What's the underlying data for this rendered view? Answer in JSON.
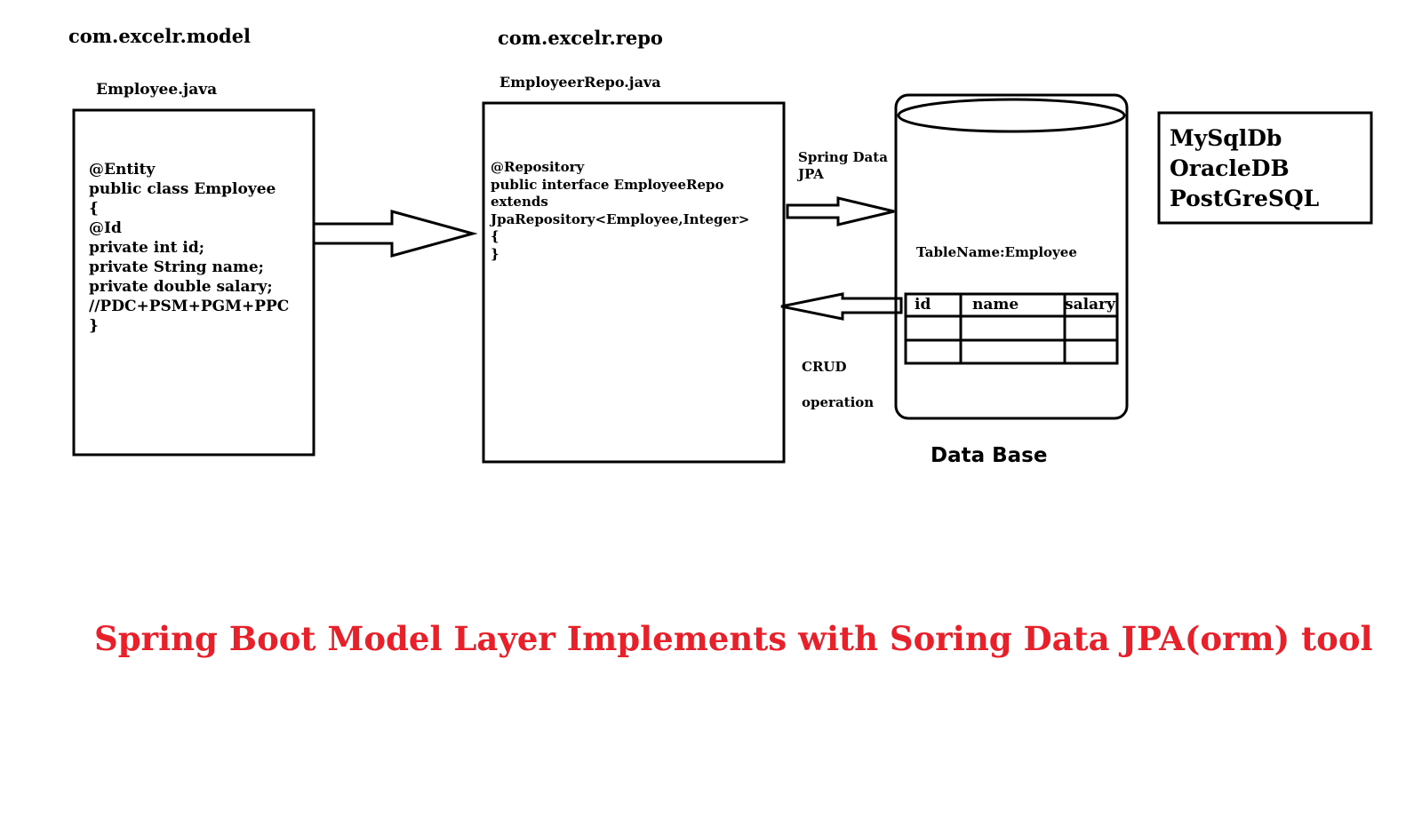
{
  "model": {
    "package": "com.excelr.model",
    "file": "Employee.java",
    "code_lines": [
      "@Entity",
      "public class Employee",
      "{",
      "@Id",
      "private int id;",
      "private String name;",
      "private double salary;",
      "//PDC+PSM+PGM+PPC",
      "}"
    ]
  },
  "repo": {
    "package": "com.excelr.repo",
    "file": "EmployeerRepo.java",
    "code_lines": [
      "@Repository",
      "public interface EmployeeRepo",
      "extends",
      "JpaRepository<Employee,Integer>",
      "{",
      "}"
    ]
  },
  "arrows": {
    "spring_data_jpa": [
      "Spring Data",
      "JPA"
    ],
    "crud": [
      "CRUD",
      "operation"
    ]
  },
  "database": {
    "table_name": "TableName:Employee",
    "columns": [
      "id",
      "name",
      "salary"
    ],
    "label": "Data Base"
  },
  "db_vendors": [
    "MySqlDb",
    "OracleDB",
    "PostGreSQL"
  ],
  "caption": "Spring Boot Model Layer Implements with Soring Data JPA(orm) tool",
  "colors": {
    "caption": "#e8202a",
    "stroke": "#000000"
  }
}
